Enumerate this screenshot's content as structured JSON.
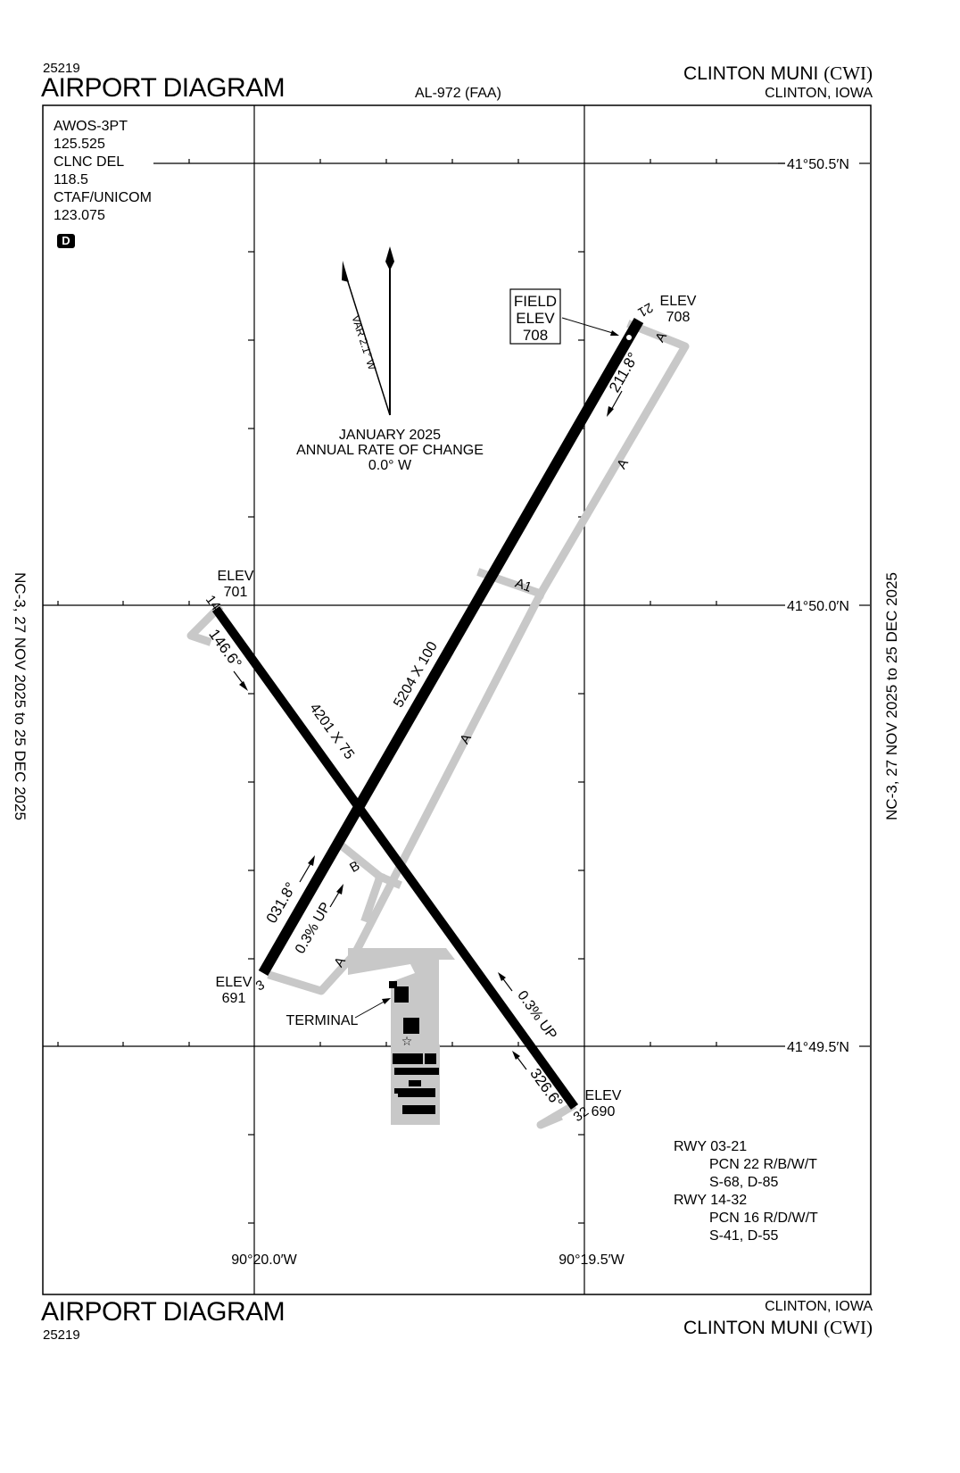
{
  "header": {
    "procedure_number": "25219",
    "title": "AIRPORT DIAGRAM",
    "chart_id": "AL-972 (FAA)",
    "airport_name": "CLINTON MUNI",
    "airport_id": "(CWI)",
    "location": "CLINTON, IOWA"
  },
  "footer": {
    "title": "AIRPORT DIAGRAM",
    "procedure_number": "25219",
    "location": "CLINTON, IOWA",
    "airport_name": "CLINTON MUNI",
    "airport_id": "(CWI)"
  },
  "side_margin": {
    "left": "NC-3, 27 NOV 2025 to 25 DEC 2025",
    "right": "NC-3, 27 NOV 2025 to 25 DEC 2025"
  },
  "frequencies": [
    {
      "label": "AWOS-3PT",
      "value": "125.525"
    },
    {
      "label": "CLNC DEL",
      "value": "118.5"
    },
    {
      "label": "CTAF/UNICOM",
      "value": "123.075"
    }
  ],
  "ctaf_badge": "D",
  "magnetic": {
    "variation": "VAR 2.1° W",
    "date_line": "JANUARY 2025",
    "rate_line": "ANNUAL RATE OF CHANGE",
    "rate_value": "0.0° W"
  },
  "field_elevation": {
    "line1": "FIELD",
    "line2": "ELEV",
    "value": "708"
  },
  "grid": {
    "lat_labels": [
      "41°50.5′N",
      "41°50.0′N",
      "41°49.5′N"
    ],
    "lon_labels": [
      "90°20.0′W",
      "90°19.5′W"
    ]
  },
  "runways": [
    {
      "id": "03-21",
      "dimensions": "5204 X 100",
      "ends": [
        {
          "number": "3",
          "elev_label": "ELEV",
          "elev": "691",
          "heading": "031.8°"
        },
        {
          "number": "21",
          "elev_label": "ELEV",
          "elev": "708",
          "heading": "211.8°"
        }
      ],
      "gradient": "0.3% UP"
    },
    {
      "id": "14-32",
      "dimensions": "4201 X 75",
      "ends": [
        {
          "number": "14",
          "elev_label": "ELEV",
          "elev": "701",
          "heading": "146.6°"
        },
        {
          "number": "32",
          "elev_label": "ELEV",
          "elev": "690",
          "heading": "326.6°"
        }
      ],
      "gradient": "0.3% UP"
    }
  ],
  "taxiways": {
    "labels": [
      "A",
      "A",
      "A",
      "A",
      "A1",
      "B"
    ]
  },
  "terminal_label": "TERMINAL",
  "pcn": {
    "rwy1_title": "RWY 03-21",
    "rwy1_pcn": "PCN 22 R/B/W/T",
    "rwy1_weights": "S-68, D-85",
    "rwy2_title": "RWY 14-32",
    "rwy2_pcn": "PCN 16 R/D/W/T",
    "rwy2_weights": "S-41, D-55"
  },
  "colors": {
    "runway": "#000000",
    "taxiway": "#c8c8c8",
    "grid": "#000000"
  }
}
